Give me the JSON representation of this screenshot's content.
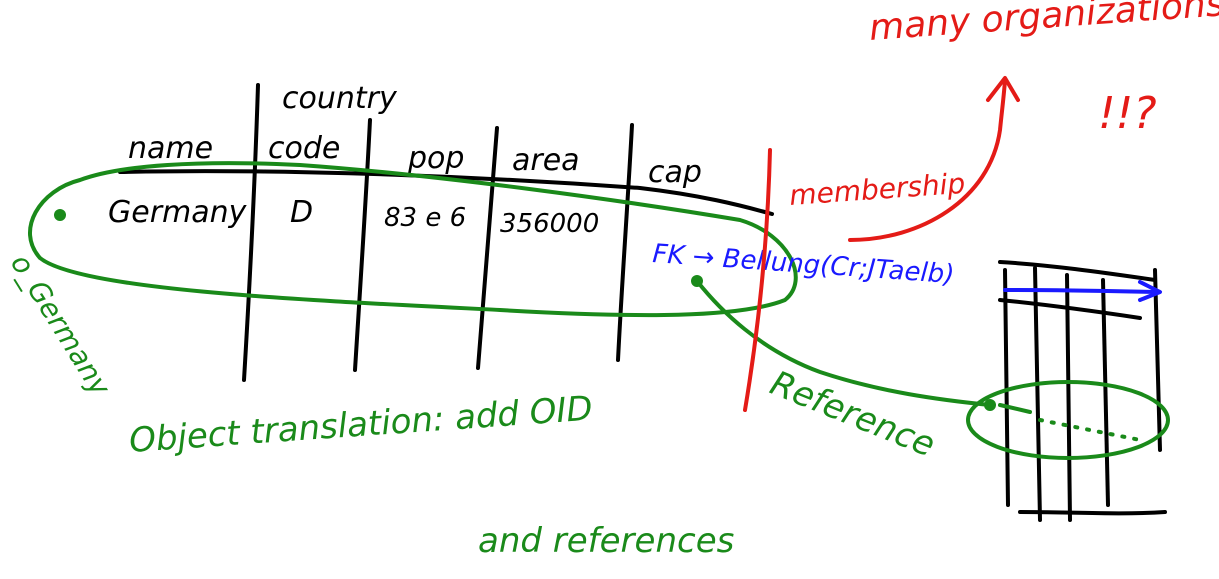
{
  "table": {
    "title": "country",
    "columns": [
      "name",
      "code",
      "pop",
      "area",
      "cap"
    ],
    "row": {
      "name": "Germany",
      "code": "D",
      "pop": "83 e 6",
      "area": "356000"
    }
  },
  "annotations": {
    "object_label": "o_Germany",
    "fk_note": "FK → Bellung(Cr;JTaelb)",
    "membership": "membership",
    "many_orgs": "many organizations",
    "exclaim": "!!?",
    "reference": "Reference",
    "translation_line1": "Object translation: add OID",
    "translation_line2": "and references"
  },
  "colors": {
    "ink": "#000000",
    "green": "#1a8a1a",
    "red": "#e41b17",
    "blue": "#1a1aff"
  }
}
